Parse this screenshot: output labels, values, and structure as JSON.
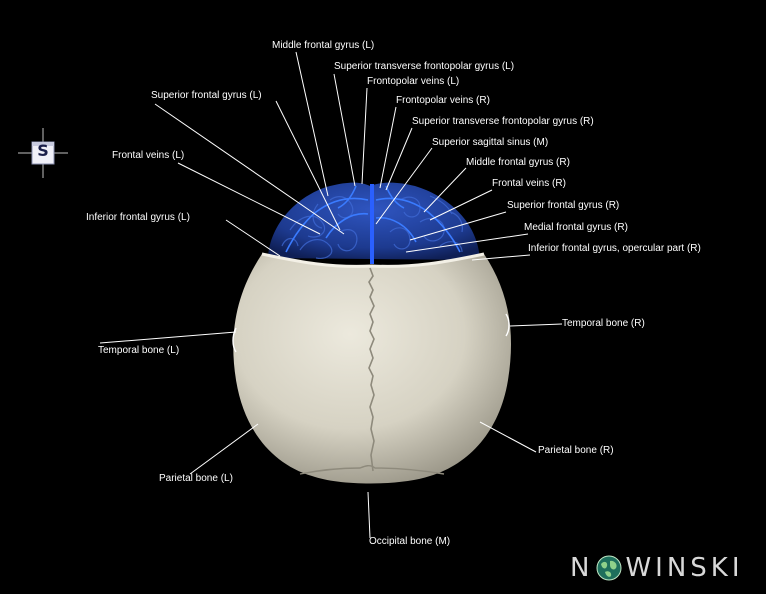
{
  "labels": {
    "middle_frontal_gyrus_l": "Middle frontal gyrus (L)",
    "superior_transverse_frontopolar_gyrus_l": "Superior transverse frontopolar gyrus (L)",
    "frontopolar_veins_l": "Frontopolar veins (L)",
    "superior_frontal_gyrus_l": "Superior frontal gyrus (L)",
    "frontopolar_veins_r": "Frontopolar veins (R)",
    "superior_transverse_frontopolar_gyrus_r": "Superior transverse frontopolar gyrus (R)",
    "frontal_veins_l": "Frontal veins (L)",
    "superior_sagittal_sinus_m": "Superior sagittal sinus (M)",
    "middle_frontal_gyrus_r": "Middle frontal gyrus (R)",
    "frontal_veins_r": "Frontal veins (R)",
    "superior_frontal_gyrus_r": "Superior frontal gyrus (R)",
    "inferior_frontal_gyrus_l": "Inferior frontal gyrus (L)",
    "medial_frontal_gyrus_r": "Medial frontal gyrus (R)",
    "inferior_frontal_gyrus_opercular_r": "Inferior frontal gyrus, opercular part (R)",
    "temporal_bone_r": "Temporal bone (R)",
    "temporal_bone_l": "Temporal bone (L)",
    "parietal_bone_r": "Parietal bone (R)",
    "parietal_bone_l": "Parietal bone (L)",
    "occipital_bone_m": "Occipital bone (M)"
  },
  "orientation": {
    "letter": "S"
  },
  "brand": {
    "left": "N",
    "right": "WINSKI"
  },
  "colors": {
    "background": "#000000",
    "bone": "#d9d5c7",
    "brain": "#1f3f9a",
    "vein": "#2f6bff",
    "line": "#ffffff"
  }
}
